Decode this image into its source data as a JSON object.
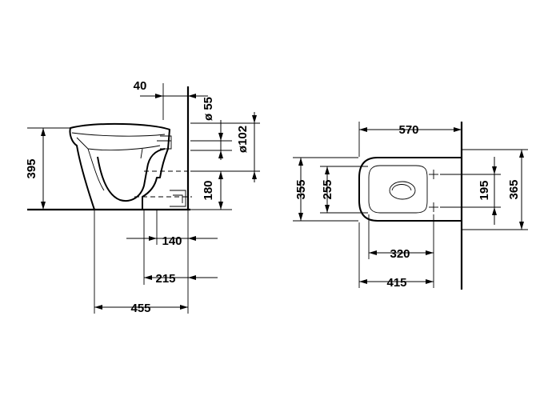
{
  "side_view": {
    "dims": {
      "d40": "40",
      "d55": "ø 55",
      "d102": "ø102",
      "d395": "395",
      "d180": "180",
      "d140": "140",
      "d215": "215",
      "d455": "455"
    }
  },
  "top_view": {
    "dims": {
      "d570": "570",
      "d355": "355",
      "d255": "255",
      "d320": "320",
      "d415": "415",
      "d195": "195",
      "d365": "365"
    }
  }
}
